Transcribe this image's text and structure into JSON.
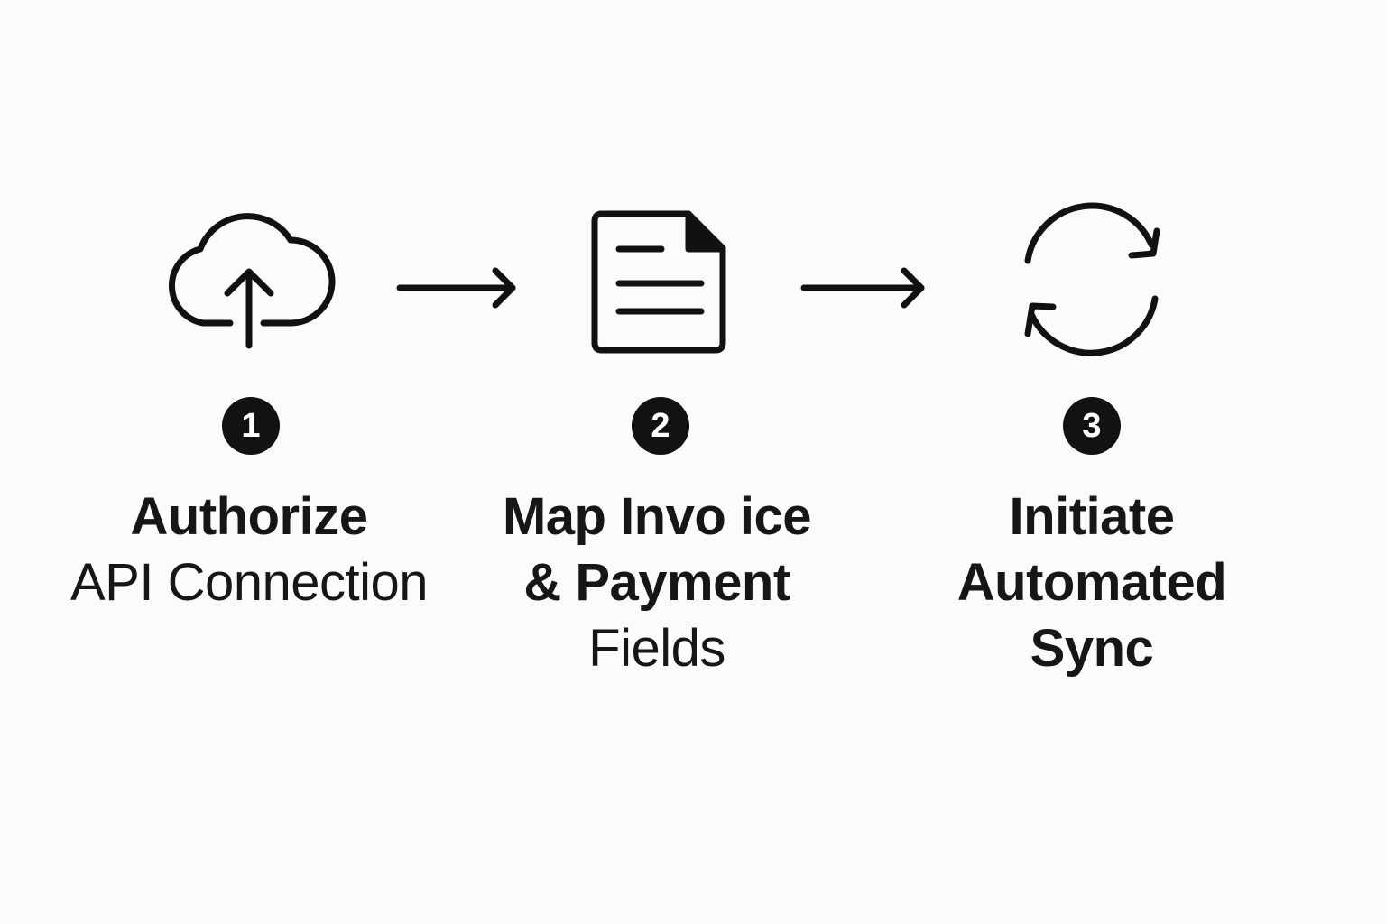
{
  "steps": [
    {
      "number": "1",
      "icon": "cloud-upload-icon",
      "label_lines": [
        "Authorize",
        "API Connection"
      ]
    },
    {
      "number": "2",
      "icon": "document-icon",
      "label_lines": [
        "Map Invo ice",
        "& Payment",
        "Fields"
      ]
    },
    {
      "number": "3",
      "icon": "sync-icon",
      "label_lines": [
        "Initiate",
        "Automated",
        "Sync"
      ]
    }
  ],
  "connectors": [
    "arrow-right-icon",
    "arrow-right-icon"
  ],
  "colors": {
    "background": "#fbfbfb",
    "stroke": "#111111",
    "badge": "#121212",
    "badge_text": "#ffffff"
  }
}
